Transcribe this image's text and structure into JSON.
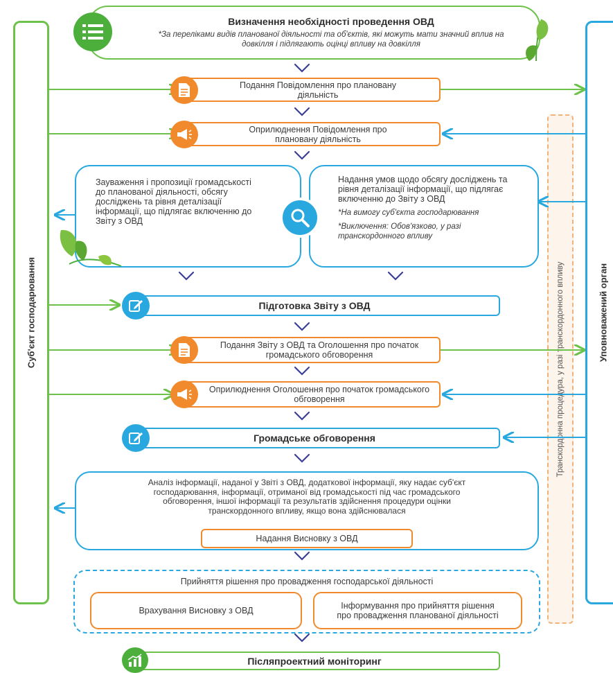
{
  "sidebars": {
    "left_label": "Суб'єкт господарювання",
    "right_label": "Уповноважений орган",
    "transboundary_label": "Транскордонна процедура, у разі транскордонного впливу"
  },
  "steps": {
    "determine_title": "Визначення необхідності проведення ОВД",
    "determine_note": "*За переліками видів планованої діяльності та об'єктів, які можуть мати значний вплив на довкілля і підлягають оцінці впливу на довкілля",
    "submit_notice": "Подання Повідомлення про плановану діяльність",
    "publish_notice": "Оприлюднення Повідомлення про плановану діяльність",
    "public_comments": "Зауваження і пропозиції громадськості до планованої діяльності, обсягу досліджень та рівня деталізації інформації, що підлягає включенню до Звіту з ОВД",
    "scope_conditions": "Надання умов щодо обсягу досліджень та рівня деталізації інформації, що підлягає включенню до Звіту з ОВД",
    "scope_note_1": "*На вимогу суб'єкта господарювання",
    "scope_note_2": "*Виключення: Обов'язково, у разі транскордонного впливу",
    "prepare_report": "Підготовка Звіту з ОВД",
    "submit_report": "Подання Звіту з ОВД та  Оголошення про початок громадського обговорення",
    "publish_report": "Оприлюднення  Оголошення про початок громадського обговорення",
    "public_discussion": "Громадське обговорення",
    "analysis": "Аналіз інформації, наданої у Звіті з ОВД, додаткової інформації, яку надає суб'єкт господарювання, інформації, отриманої від громадськості під час громадського обговорення, іншої інформації та результатів здійснення процедури оцінки транскордонного впливу, якщо вона здійснювалася",
    "conclusion": "Надання Висновку з ОВД",
    "decision_title": "Прийняття рішення про провадження господарської діяльності",
    "decision_consider": "Врахування Висновку з ОВД",
    "decision_inform": "Інформування про прийняття рішення про провадження планованої діяльності",
    "monitoring": "Післяпроектний моніторинг"
  },
  "icons": {
    "list": "list-icon",
    "document": "document-icon",
    "megaphone": "megaphone-icon",
    "search": "magnifier-icon",
    "edit": "edit-icon",
    "chart": "chart-icon",
    "leaf": "leaf-icon"
  },
  "colors": {
    "green": "#6cc24a",
    "blue": "#29a8e0",
    "orange": "#f08a2c",
    "arrow_purple": "#3b3f96"
  }
}
